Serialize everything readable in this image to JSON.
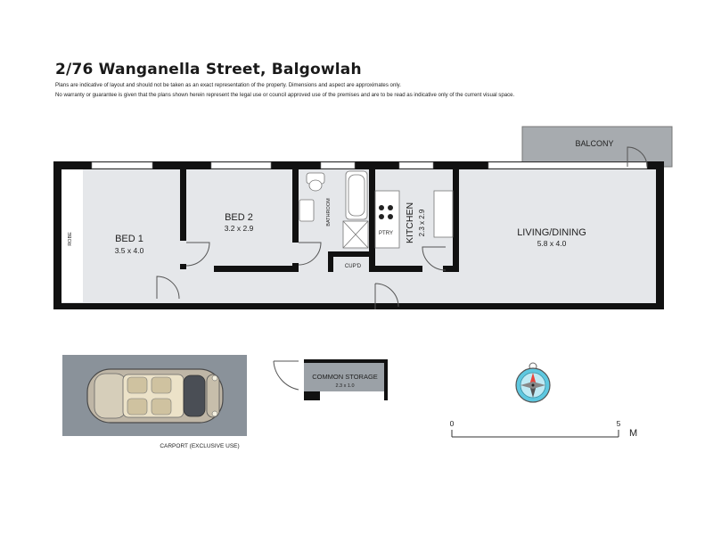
{
  "header": {
    "address": "2/76 Wanganella Street, Balgowlah",
    "disclaimer_1": "Plans are indicative of layout and should not be taken as an exact representation of the property. Dimensions and aspect are approximates only.",
    "disclaimer_2": "No warranty or guarantee is given that the plans shown herein represent the legal use or council approved use of the premises and are to be read as indicative only of the current visual space."
  },
  "rooms": {
    "bed1": {
      "name": "BED 1",
      "dims": "3.5 x 4.0"
    },
    "bed2": {
      "name": "BED 2",
      "dims": "3.2 x 2.9"
    },
    "robe": "ROBE",
    "bathroom": "BATHROOM",
    "pantry": "PTRY",
    "cupboard": "CUP'D",
    "kitchen": {
      "name": "KITCHEN",
      "dims": "2.3 x 2.9"
    },
    "living": {
      "name": "LIVING/DINING",
      "dims": "5.8 x 4.0"
    },
    "balcony": "BALCONY"
  },
  "carport": {
    "label": "CARPORT (EXCLUSIVE USE)"
  },
  "storage": {
    "name": "COMMON STORAGE",
    "dims": "2.3 x 1.0"
  },
  "scale": {
    "start": "0",
    "end": "5",
    "unit": "M"
  },
  "colors": {
    "floor": "#e5e7ea",
    "wall": "#111111",
    "paving": "#8a929a",
    "compass": "#5ec8e0"
  }
}
